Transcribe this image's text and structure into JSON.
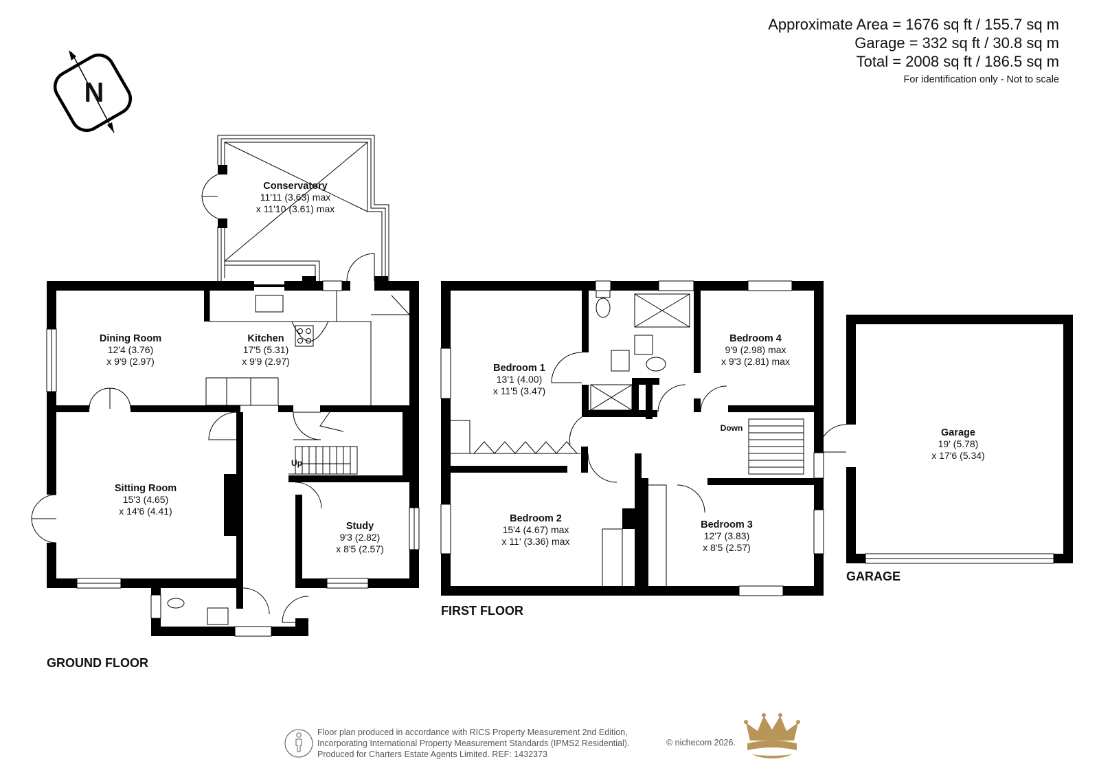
{
  "area": {
    "approx": "Approximate Area = 1676 sq ft / 155.7 sq m",
    "garage": "Garage = 332 sq ft / 30.8 sq m",
    "total": "Total = 2008 sq ft / 186.5 sq m",
    "note": "For identification only - Not to scale"
  },
  "compass": {
    "letter": "N",
    "icon": "north-compass-icon"
  },
  "floors": {
    "ground": "GROUND FLOOR",
    "first": "FIRST FLOOR",
    "garage": "GARAGE"
  },
  "rooms": {
    "conservatory": {
      "name": "Conservatory",
      "d1": "11'11 (3.63) max",
      "d2": "x 11'10 (3.61) max"
    },
    "dining": {
      "name": "Dining Room",
      "d1": "12'4 (3.76)",
      "d2": "x 9'9 (2.97)"
    },
    "kitchen": {
      "name": "Kitchen",
      "d1": "17'5 (5.31)",
      "d2": "x 9'9 (2.97)"
    },
    "sitting": {
      "name": "Sitting Room",
      "d1": "15'3 (4.65)",
      "d2": "x 14'6 (4.41)"
    },
    "study": {
      "name": "Study",
      "d1": "9'3 (2.82)",
      "d2": "x 8'5 (2.57)"
    },
    "bed1": {
      "name": "Bedroom 1",
      "d1": "13'1 (4.00)",
      "d2": "x 11'5 (3.47)"
    },
    "bed2": {
      "name": "Bedroom 2",
      "d1": "15'4 (4.67) max",
      "d2": "x 11' (3.36) max"
    },
    "bed3": {
      "name": "Bedroom 3",
      "d1": "12'7 (3.83)",
      "d2": "x 8'5 (2.57)"
    },
    "bed4": {
      "name": "Bedroom 4",
      "d1": "9'9 (2.98) max",
      "d2": "x 9'3 (2.81) max"
    },
    "garage": {
      "name": "Garage",
      "d1": "19' (5.78)",
      "d2": "x 17'6 (5.34)"
    }
  },
  "stairs": {
    "up": "Up",
    "down": "Down"
  },
  "footer": {
    "line1": "Floor plan produced in accordance with RICS Property Measurement 2nd Edition,",
    "line2": "Incorporating International Property Measurement Standards (IPMS2 Residential).",
    "line3": "Produced for Charters Estate Agents Limited.   REF: 1432373",
    "copyright": "© nichecom 2026.",
    "person_icon": "person-icon",
    "logo": "crown-logo"
  },
  "colors": {
    "wall": "#000000",
    "logo_gold": "#b8965a",
    "text_grey": "#555555"
  }
}
